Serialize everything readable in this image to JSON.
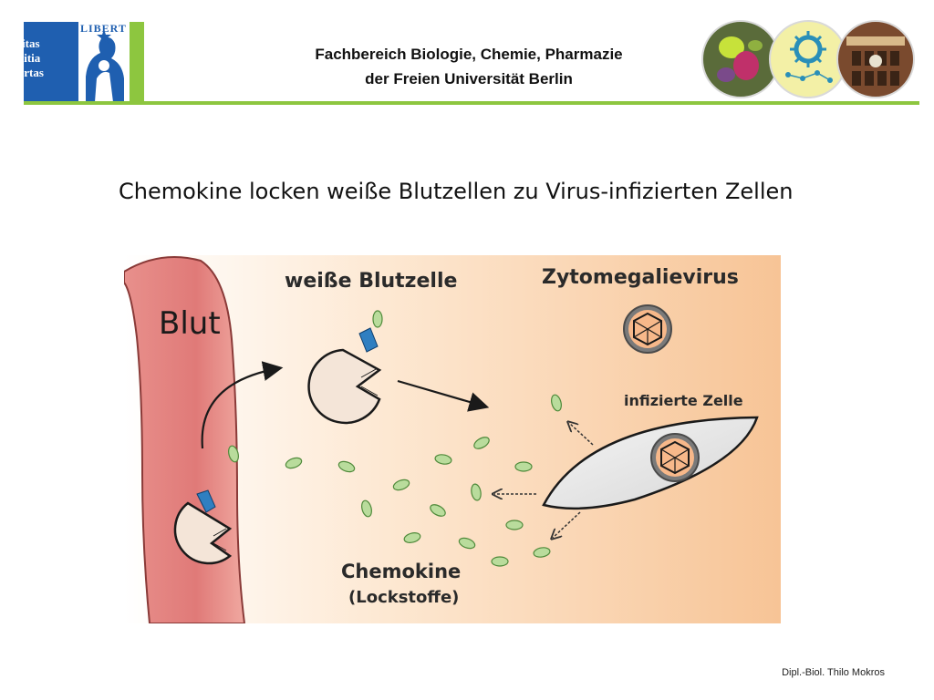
{
  "header": {
    "logo_motto": [
      "veritas",
      "iustitia",
      "libertas"
    ],
    "logo_banner": "LIBERT",
    "title_line1": "Fachbereich Biologie, Chemie, Pharmazie",
    "title_line2": "der Freien Universität Berlin"
  },
  "slide": {
    "title": "Chemokine locken weiße Blutzellen zu Virus-infizierten Zellen"
  },
  "diagram": {
    "blood_label": "Blut",
    "white_blood_cell_label": "weiße Blutzelle",
    "virus_label": "Zytomegalievirus",
    "infected_cell_label": "infizierte Zelle",
    "chemokine_label": "Chemokine",
    "chemokine_sublabel": "(Lockstoffe)"
  },
  "footer": {
    "author": "Dipl.-Biol. Thilo Mokros"
  },
  "colors": {
    "accent_green": "#8dc63f",
    "fu_blue": "#1f5fb0",
    "blood_vessel": "#e07a78",
    "chemokine_fill": "#b9dc9c",
    "receptor_blue": "#2f7fc1"
  }
}
